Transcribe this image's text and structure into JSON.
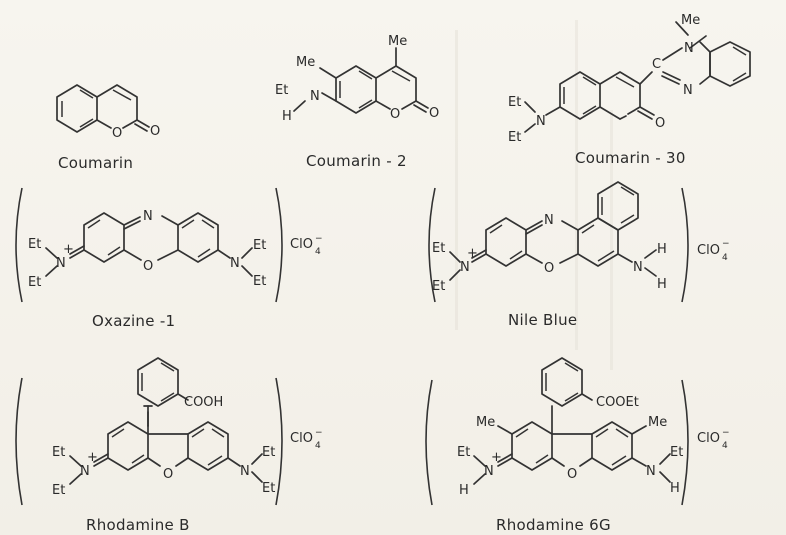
{
  "molecules": [
    {
      "name": "Coumarin"
    },
    {
      "name": "Coumarin - 2"
    },
    {
      "name": "Coumarin - 30"
    },
    {
      "name": "Oxazine -1"
    },
    {
      "name": "Nile Blue"
    },
    {
      "name": "Rhodamine  B"
    },
    {
      "name": "Rhodamine  6G"
    }
  ],
  "atoms": {
    "O": "O",
    "N": "N",
    "Et": "Et",
    "Me": "Me",
    "H": "H",
    "plus": "+",
    "COOH": "COOH",
    "COOEt": "COOEt",
    "C": "C",
    "counterion": "ClO",
    "counterion_sub": "4",
    "counterion_sup": "−"
  }
}
